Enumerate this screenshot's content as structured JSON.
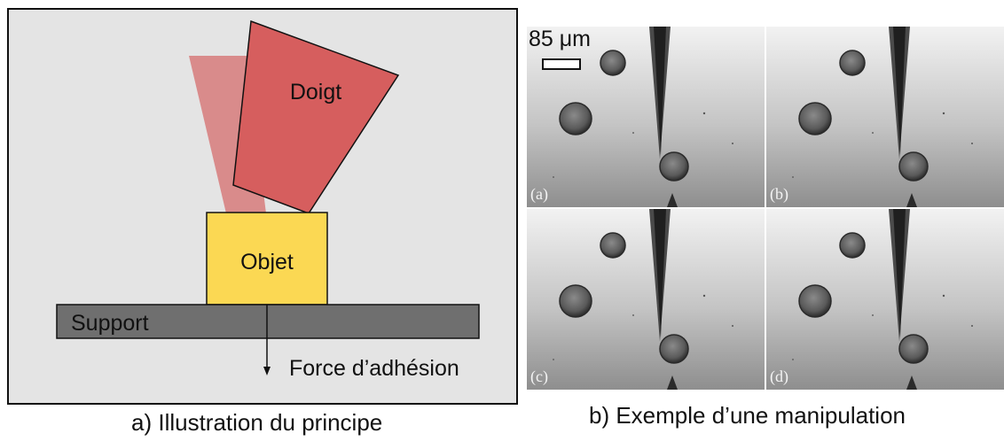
{
  "panel_a": {
    "finger_label": "Doigt",
    "object_label": "Objet",
    "support_label": "Support",
    "force_label": "Force d’adhésion",
    "caption": "a) Illustration du principe",
    "colors": {
      "background": "#e4e4e4",
      "finger": "#d65e5e",
      "finger_ghost": "#d98b8b",
      "object": "#fbd853",
      "support": "#6f6f6f"
    }
  },
  "panel_b": {
    "caption": "b) Exemple d’une manipulation",
    "scale_label": "85 μm",
    "frames": [
      {
        "label": "(a)"
      },
      {
        "label": "(b)"
      },
      {
        "label": "(c)"
      },
      {
        "label": "(d)"
      }
    ]
  }
}
